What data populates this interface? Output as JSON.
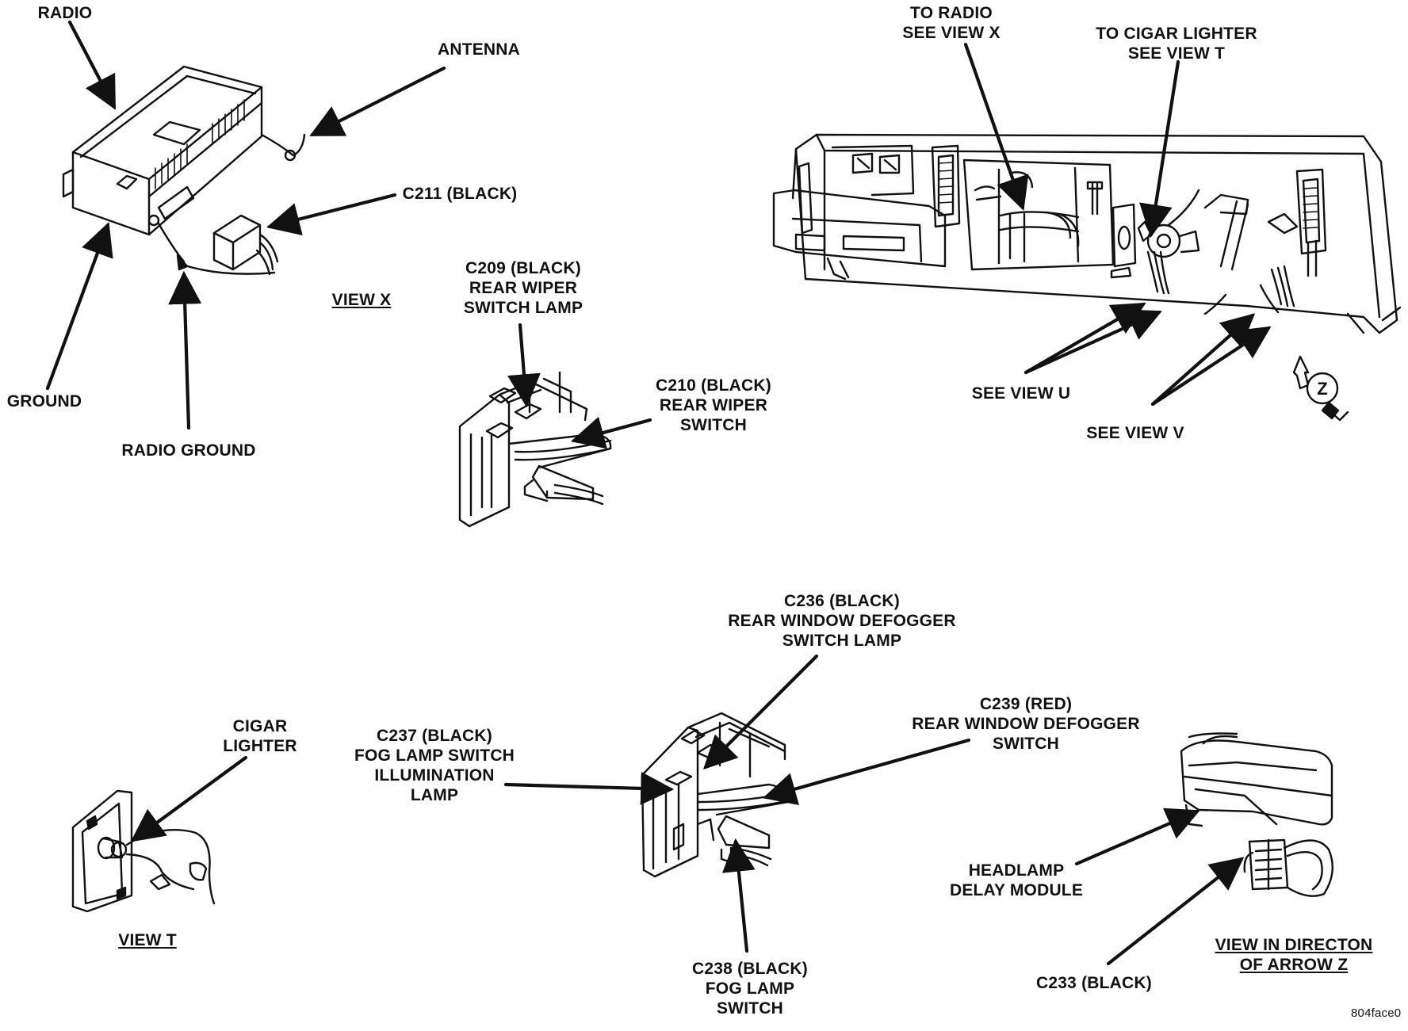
{
  "labels": {
    "radio": [
      "RADIO"
    ],
    "antenna": [
      "ANTENNA"
    ],
    "c211": [
      "C211 (BLACK)"
    ],
    "ground": [
      "GROUND"
    ],
    "radio_ground": [
      "RADIO GROUND"
    ],
    "view_x": [
      "VIEW X"
    ],
    "c209": [
      "C209 (BLACK)",
      "REAR WIPER",
      "SWITCH LAMP"
    ],
    "c210": [
      "C210 (BLACK)",
      "REAR WIPER",
      "SWITCH"
    ],
    "to_radio": [
      "TO RADIO",
      "SEE VIEW X"
    ],
    "to_cigar": [
      "TO CIGAR LIGHTER",
      "SEE VIEW T"
    ],
    "see_view_u": [
      "SEE VIEW U"
    ],
    "see_view_v": [
      "SEE VIEW V"
    ],
    "arrow_z": [
      "Z"
    ],
    "c236": [
      "C236 (BLACK)",
      "REAR WINDOW DEFOGGER",
      "SWITCH LAMP"
    ],
    "c239": [
      "C239 (RED)",
      "REAR WINDOW DEFOGGER",
      "SWITCH"
    ],
    "c237": [
      "C237 (BLACK)",
      "FOG LAMP SWITCH",
      "ILLUMINATION",
      "LAMP"
    ],
    "c238": [
      "C238 (BLACK)",
      "FOG LAMP",
      "SWITCH"
    ],
    "cigar_lighter": [
      "CIGAR",
      "LIGHTER"
    ],
    "view_t": [
      "VIEW T"
    ],
    "headlamp": [
      "HEADLAMP",
      "DELAY MODULE"
    ],
    "c233": [
      "C233 (BLACK)"
    ],
    "view_z": [
      "VIEW IN DIRECTON",
      "OF ARROW Z"
    ],
    "figure_ref": [
      "804face0"
    ]
  },
  "colors": {
    "ink": "#111111",
    "paper": "#ffffff"
  }
}
